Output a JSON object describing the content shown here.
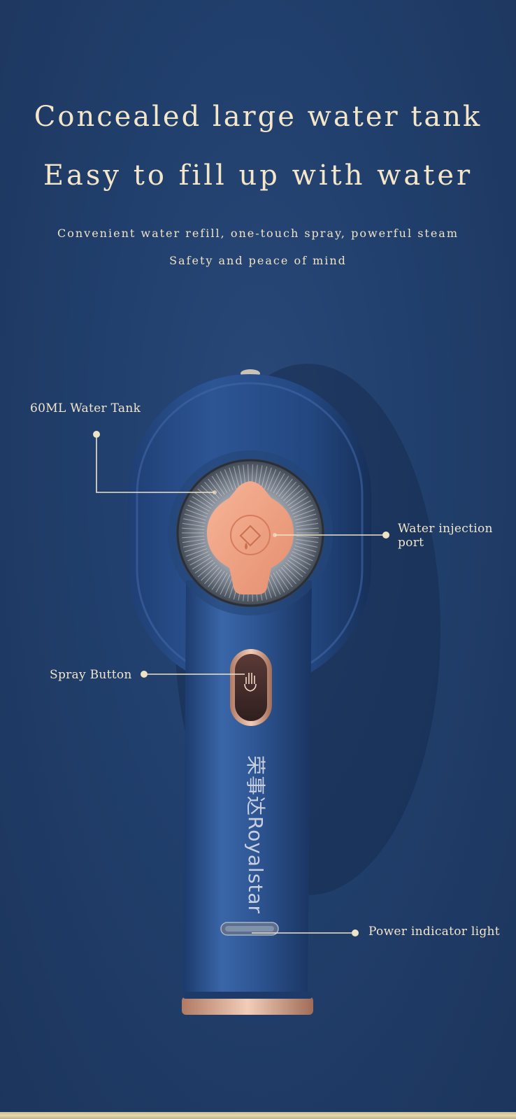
{
  "headline": {
    "line1": "Concealed large water tank",
    "line2": "Easy to fill up with water"
  },
  "subheadline": {
    "line1": "Convenient water refill, one-touch spray, powerful steam",
    "line2": "Safety and peace of mind"
  },
  "callouts": {
    "water_tank": "60ML Water Tank",
    "water_port_line1": "Water injection",
    "water_port_line2": "port",
    "spray_button": "Spray Button",
    "power_light": "Power indicator light"
  },
  "product": {
    "brand_cn": "荣事达",
    "brand_en": "Royalstar"
  },
  "colors": {
    "background": "#213f6c",
    "device_body": "#2c5390",
    "cap": "#f2a283",
    "text": "#f1e6cc",
    "accent_gold": "#e0c9a2"
  }
}
